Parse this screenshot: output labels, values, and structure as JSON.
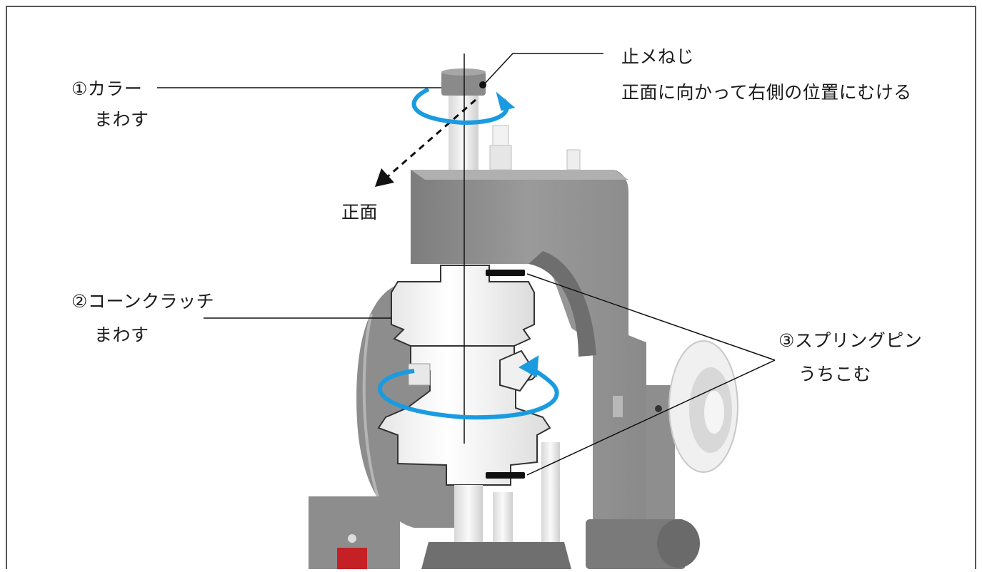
{
  "labels": {
    "collar": {
      "title": "①カラー",
      "action": "まわす"
    },
    "set_screw": {
      "title": "止メねじ",
      "instruction": "正面に向かって右側の位置にむける"
    },
    "front": "正面",
    "cone_clutch": {
      "title": "②コーンクラッチ",
      "action": "まわす"
    },
    "spring_pin": {
      "title": "③スプリングピン",
      "action": "うちこむ"
    }
  },
  "colors": {
    "rotation_arrow": "#1a9be0",
    "frame": "#8c8c8c",
    "machine_body": "#9a9a9a",
    "clutch": "#f2f2f2",
    "pin": "#111111",
    "red_part": "#c42025",
    "border": "#555555"
  },
  "icons": [
    "rotation-arrow-icon",
    "direction-arrow-icon"
  ]
}
